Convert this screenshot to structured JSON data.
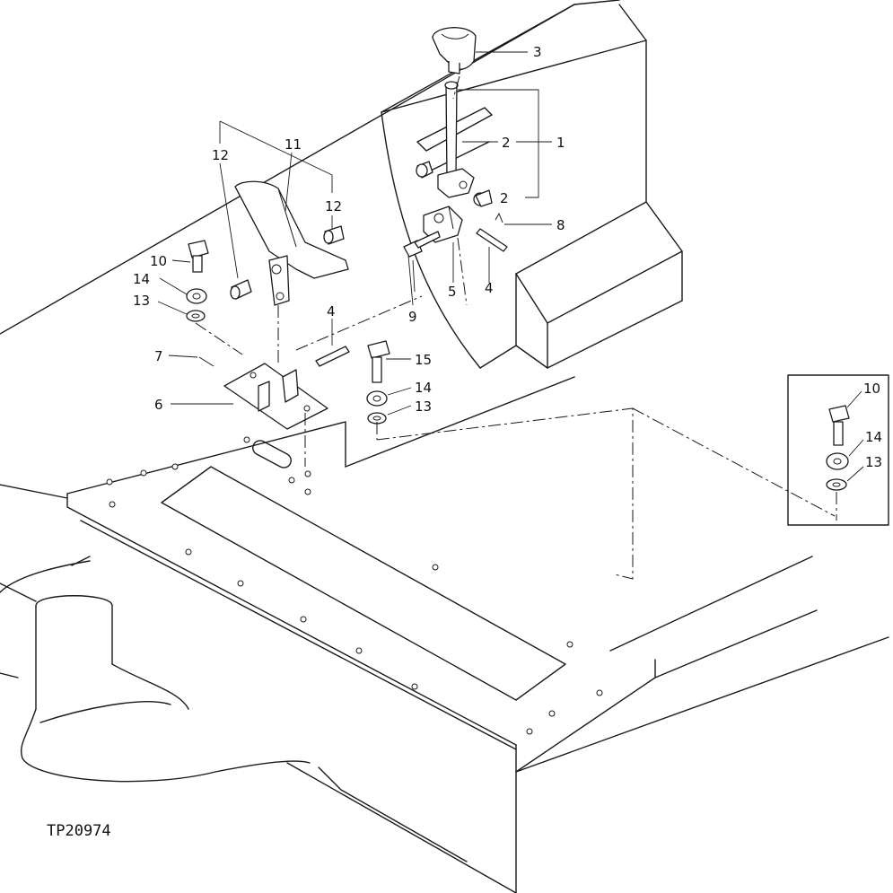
{
  "figure_id": "TP20974",
  "callouts": [
    {
      "id": "c3",
      "label": "3"
    },
    {
      "id": "c1",
      "label": "1"
    },
    {
      "id": "c2a",
      "label": "2"
    },
    {
      "id": "c2b",
      "label": "2"
    },
    {
      "id": "c8",
      "label": "8"
    },
    {
      "id": "c4r",
      "label": "4"
    },
    {
      "id": "c5",
      "label": "5"
    },
    {
      "id": "c9",
      "label": "9"
    },
    {
      "id": "c11",
      "label": "11"
    },
    {
      "id": "c12a",
      "label": "12"
    },
    {
      "id": "c12b",
      "label": "12"
    },
    {
      "id": "c10",
      "label": "10"
    },
    {
      "id": "c14",
      "label": "14"
    },
    {
      "id": "c13",
      "label": "13"
    },
    {
      "id": "c4",
      "label": "4"
    },
    {
      "id": "c7",
      "label": "7"
    },
    {
      "id": "c6",
      "label": "6"
    },
    {
      "id": "c15",
      "label": "15"
    },
    {
      "id": "c14b",
      "label": "14"
    },
    {
      "id": "c13b",
      "label": "13"
    },
    {
      "id": "c10i",
      "label": "10"
    },
    {
      "id": "c14i",
      "label": "14"
    },
    {
      "id": "c13i",
      "label": "13"
    }
  ]
}
